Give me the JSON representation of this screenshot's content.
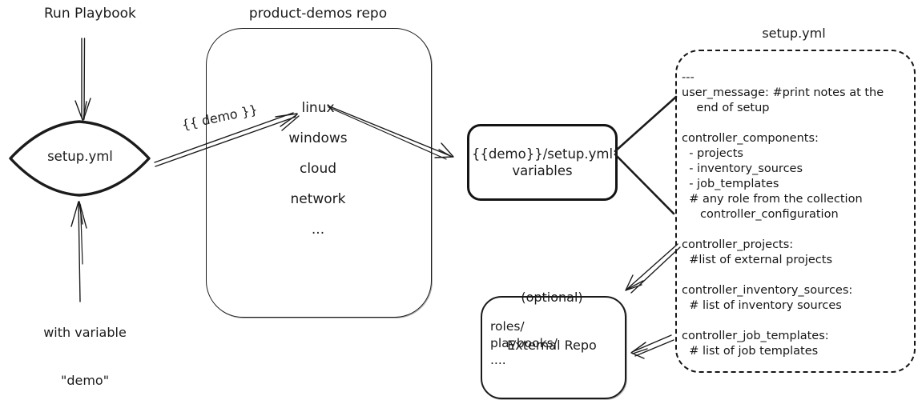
{
  "colors": {
    "ink": "#1b1b1b",
    "bg": "#ffffff"
  },
  "left_flow": {
    "run_playbook_label": "Run Playbook",
    "diamond_label": "setup.yml",
    "with_variable_line1": "with variable",
    "with_variable_line2": "\"demo\""
  },
  "demo_arrow_label": "{{ demo }}",
  "repo_box": {
    "title": "product-demos repo",
    "items": [
      "linux",
      "windows",
      "cloud",
      "network",
      "..."
    ]
  },
  "variables_box": {
    "line1": "{{demo}}/setup.yml",
    "line2": "variables"
  },
  "setup_yml_box": {
    "title": "setup.yml",
    "yaml": "---\nuser_message: #print notes at the\n    end of setup\n\ncontroller_components:\n  - projects\n  - inventory_sources\n  - job_templates\n  # any role from the collection\n     controller_configuration\n\ncontroller_projects:\n  #list of external projects\n\ncontroller_inventory_sources:\n  # list of inventory sources\n\ncontroller_job_templates:\n  # list of job templates"
  },
  "external_repo_box": {
    "title_line1": "(optional)",
    "title_line2": "External Repo",
    "listing": "roles/\nplaybooks/\n...."
  }
}
